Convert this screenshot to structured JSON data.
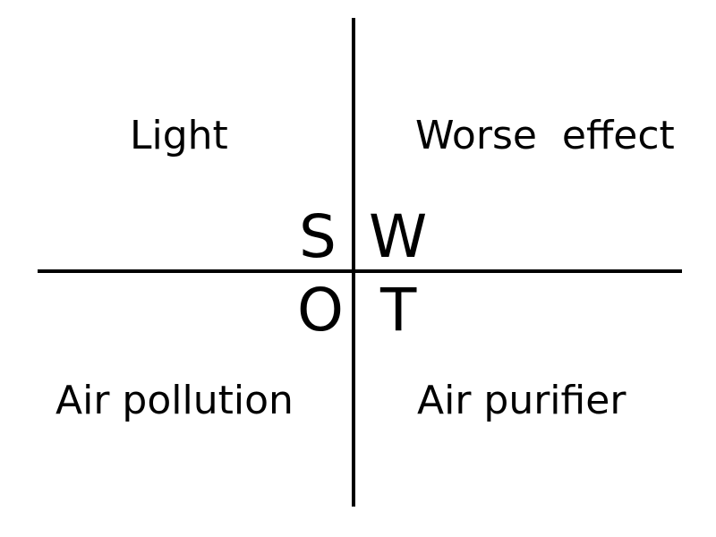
{
  "quadrants": {
    "top_left": "Light",
    "top_right": "Worse  effect",
    "bottom_left": "Air pollution",
    "bottom_right": "Air purifier"
  },
  "letters": {
    "s": "S",
    "w": "W",
    "o": "O",
    "t": "T"
  }
}
